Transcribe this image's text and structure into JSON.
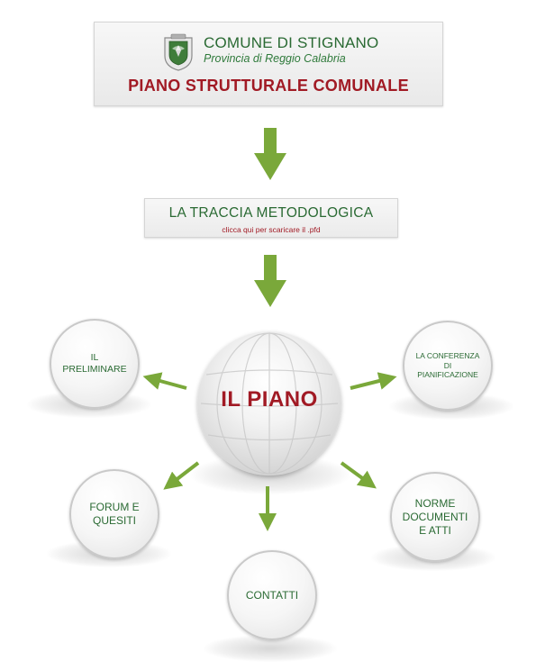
{
  "header": {
    "title": "COMUNE DI STIGNANO",
    "subtitle": "Provincia di Reggio Calabria",
    "plan_title": "PIANO STRUTTURALE COMUNALE",
    "crest_icon": "coat-of-arms-icon"
  },
  "metodologica": {
    "title": "LA TRACCIA METODOLOGICA",
    "link": "clicca qui per scaricare il .pfd"
  },
  "center": {
    "label": "IL PIANO"
  },
  "nodes": {
    "preliminare": "IL\nPRELIMINARE",
    "conferenza": "LA CONFERENZA\nDI\nPIANIFICAZIONE",
    "forum": "FORUM E\nQUESITI",
    "norme": "NORME\nDOCUMENTI\nE ATTI",
    "contatti": "CONTATTI"
  },
  "colors": {
    "green": "#2a6a33",
    "arrow_green": "#7aa83a",
    "red": "#a11a24"
  }
}
